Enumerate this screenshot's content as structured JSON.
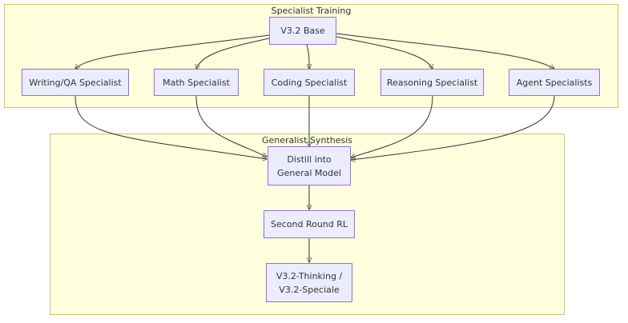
{
  "clusters": {
    "specialist": {
      "title": "Specialist Training"
    },
    "generalist": {
      "title": "Generalist Synthesis"
    }
  },
  "nodes": {
    "base": "V3.2 Base",
    "writing": "Writing/QA Specialist",
    "math": "Math Specialist",
    "coding": "Coding Specialist",
    "reasoning": "Reasoning Specialist",
    "agent": "Agent Specialists",
    "distill": "Distill into\nGeneral Model",
    "rl": "Second Round RL",
    "final": "V3.2-Thinking /\nV3.2-Speciale"
  },
  "edges": [
    [
      "base",
      "writing"
    ],
    [
      "base",
      "math"
    ],
    [
      "base",
      "coding"
    ],
    [
      "base",
      "reasoning"
    ],
    [
      "base",
      "agent"
    ],
    [
      "writing",
      "distill"
    ],
    [
      "math",
      "distill"
    ],
    [
      "coding",
      "distill"
    ],
    [
      "reasoning",
      "distill"
    ],
    [
      "agent",
      "distill"
    ],
    [
      "distill",
      "rl"
    ],
    [
      "rl",
      "final"
    ]
  ],
  "colors": {
    "cluster_fill": "#ffffde",
    "cluster_border": "#c8c87a",
    "node_fill": "#ececff",
    "node_border": "#9370db",
    "edge": "#333333",
    "text": "#333333"
  }
}
